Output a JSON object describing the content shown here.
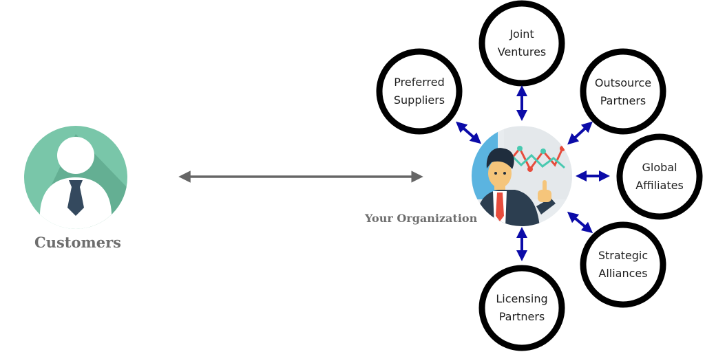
{
  "customers": {
    "label": "Customers",
    "icon": "customer-avatar-icon"
  },
  "organization": {
    "label": "Your Organization",
    "icon": "presenter-avatar-icon"
  },
  "partners": [
    {
      "line1": "Joint",
      "line2": "Ventures"
    },
    {
      "line1": "Preferred",
      "line2": "Suppliers"
    },
    {
      "line1": "Outsource",
      "line2": "Partners"
    },
    {
      "line1": "Global",
      "line2": "Affiliates"
    },
    {
      "line1": "Strategic",
      "line2": "Alliances"
    },
    {
      "line1": "Licensing",
      "line2": "Partners"
    }
  ],
  "colors": {
    "ring": "#000000",
    "arrow": "#0b0ba8",
    "connector": "#666666",
    "avatar_bg": "#79c6a9",
    "avatar_shadow": "#5fa98d",
    "label_gray": "#6e6e6e"
  }
}
